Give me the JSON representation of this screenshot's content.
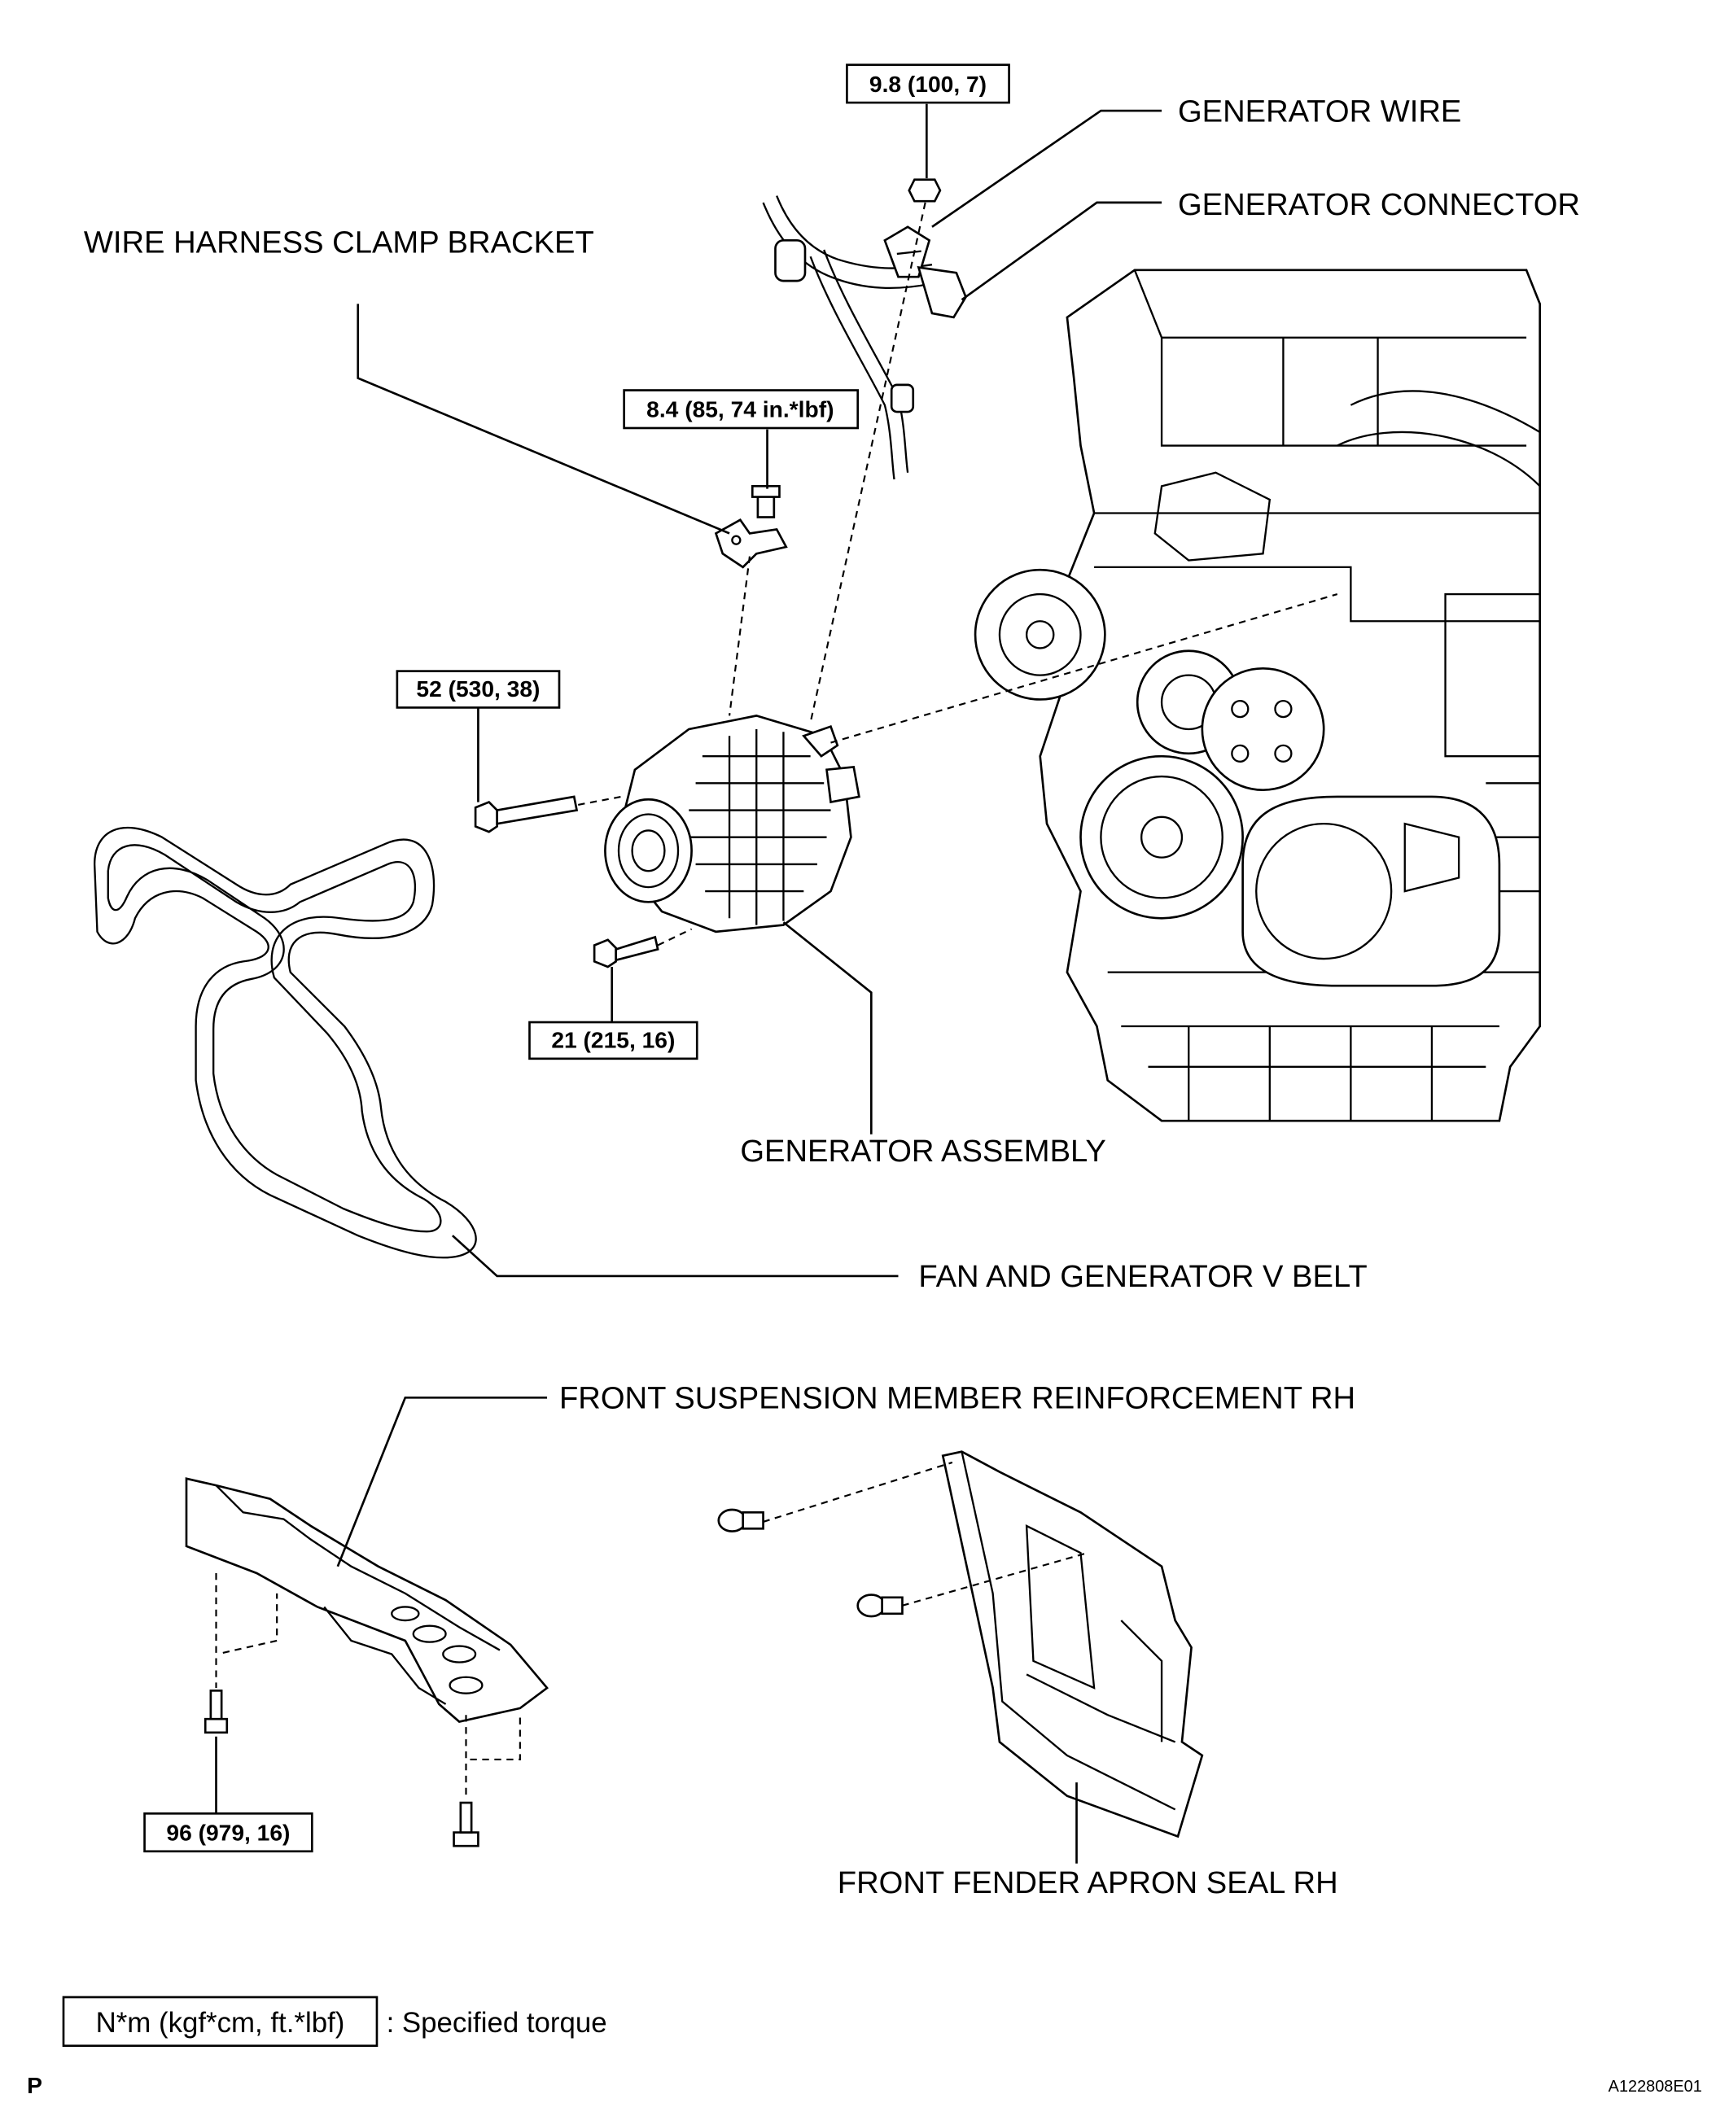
{
  "labels": {
    "generator_wire": "GENERATOR WIRE",
    "generator_connector": "GENERATOR CONNECTOR",
    "wire_harness_clamp_bracket": "WIRE HARNESS CLAMP BRACKET",
    "generator_assembly": "GENERATOR ASSEMBLY",
    "fan_and_generator_v_belt": "FAN AND GENERATOR V BELT",
    "front_suspension_member_reinforcement_rh": "FRONT SUSPENSION MEMBER REINFORCEMENT RH",
    "front_fender_apron_seal_rh": "FRONT FENDER APRON SEAL RH"
  },
  "torques": {
    "generator_wire_nut": "9.8 (100, 7)",
    "clamp_bracket_bolt": "8.4 (85, 74 in.*lbf)",
    "generator_upper_bolt": "52 (530, 38)",
    "generator_lower_bolt": "21 (215, 16)",
    "reinforcement_bolt": "96 (979, 16)"
  },
  "legend": {
    "box_text": "N*m (kgf*cm, ft.*lbf)",
    "description": ": Specified torque"
  },
  "footer": {
    "page_letter": "P",
    "figure_id": "A122808E01"
  }
}
